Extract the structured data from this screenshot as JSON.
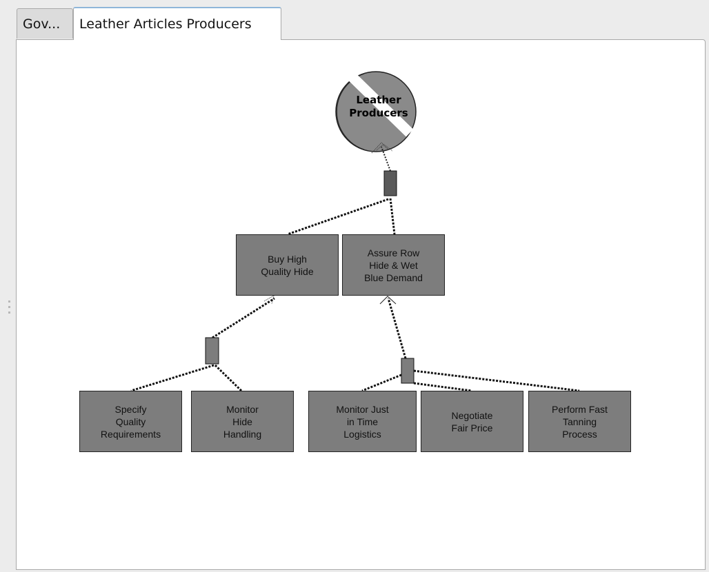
{
  "tabs": [
    {
      "label": "Gov..."
    },
    {
      "label": "Leather Articles Producers"
    }
  ],
  "actor": {
    "label": "Leather\nProducers"
  },
  "goals": {
    "buy_high_quality_hide": "Buy High\nQuality Hide",
    "assure_row_hide": "Assure Row\nHide & Wet\nBlue Demand",
    "specify_quality": "Specify\nQuality\nRequirements",
    "monitor_hide_handling": "Monitor\nHide\nHandling",
    "monitor_jit_logistics": "Monitor Just\nin Time\nLogistics",
    "negotiate_fair_price": "Negotiate\nFair Price",
    "perform_fast_tanning": "Perform Fast\nTanning\nProcess"
  },
  "colors": {
    "node_fill": "#7d7d7d",
    "node_border": "#222222",
    "connector_fill": "#5a5a5a",
    "tab_active_accent": "#8fb6d9"
  }
}
